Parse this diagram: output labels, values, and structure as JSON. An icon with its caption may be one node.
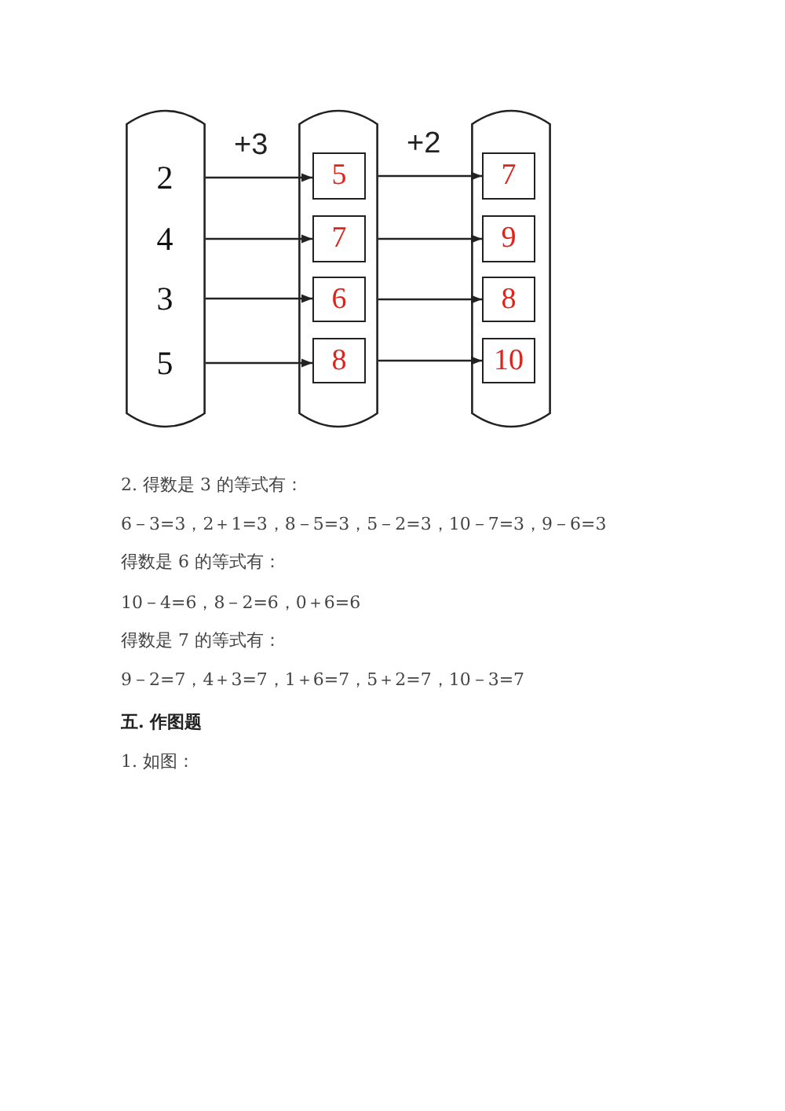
{
  "diagram": {
    "nodes": [
      {
        "text": [],
        "shape": "box"
      },
      {
        "text": [
          "2"
        ],
        "in": 0
      },
      {
        "text": [
          "4"
        ],
        "in": 0
      },
      {
        "text": [
          "3"
        ],
        "in": 0
      },
      {
        "text": [
          "5"
        ],
        "in": 0
      },
      {
        "text": [],
        "shape": "box"
      },
      {
        "text": [
          "5"
        ],
        "in": 5
      },
      {
        "text": [
          "7"
        ],
        "in": 5
      },
      {
        "text": [
          "6"
        ],
        "in": 5
      },
      {
        "text": [
          "8"
        ],
        "in": 5
      },
      {
        "text": [],
        "shape": "box"
      },
      {
        "text": [
          "7"
        ],
        "in": 10
      },
      {
        "text": [
          "9"
        ],
        "in": 10
      },
      {
        "text": [
          "8"
        ],
        "in": 10
      },
      {
        "text": [
          "10"
        ],
        "in": 10
      }
    ],
    "edges": [
      {
        "from": 1,
        "to": 6,
        "arrow": "to",
        "label": "+3"
      },
      {
        "from": 2,
        "to": 7,
        "arrow": "to"
      },
      {
        "from": 3,
        "to": 8,
        "arrow": "to"
      },
      {
        "from": 4,
        "to": 9,
        "arrow": "to"
      },
      {
        "from": 6,
        "to": 11,
        "arrow": "to",
        "label": "+2"
      },
      {
        "from": 7,
        "to": 12,
        "arrow": "to"
      },
      {
        "from": 8,
        "to": 13,
        "arrow": "to"
      },
      {
        "from": 9,
        "to": 14,
        "arrow": "to"
      }
    ],
    "labels": [
      "2. 得数是 3 的等式有：",
      "6－3=3，2＋1=3，8－5=3，5－2=3，10－7=3，9－6=3",
      "得数是 6 的等式有：",
      "10－4=6，8－2=6，0＋6=6",
      "得数是 7 的等式有：",
      "9－2=7，4＋3=7，1＋6=7，5＋2=7，10－3=7",
      "五. 作图题",
      "1. 如图："
    ]
  }
}
